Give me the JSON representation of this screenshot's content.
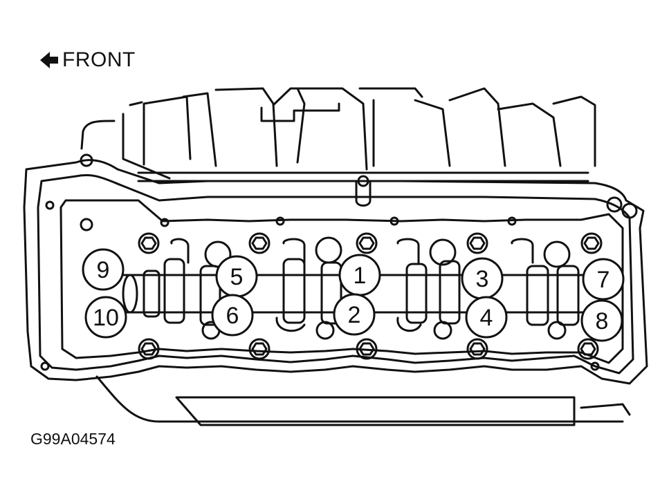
{
  "direction_label": "FRONT",
  "figure_code": "G99A04574",
  "callouts": [
    "1",
    "2",
    "3",
    "4",
    "5",
    "6",
    "7",
    "8",
    "9",
    "10"
  ],
  "colors": {
    "line": "#111111",
    "background": "#ffffff"
  },
  "icons": {
    "direction": "left-arrow-icon"
  }
}
